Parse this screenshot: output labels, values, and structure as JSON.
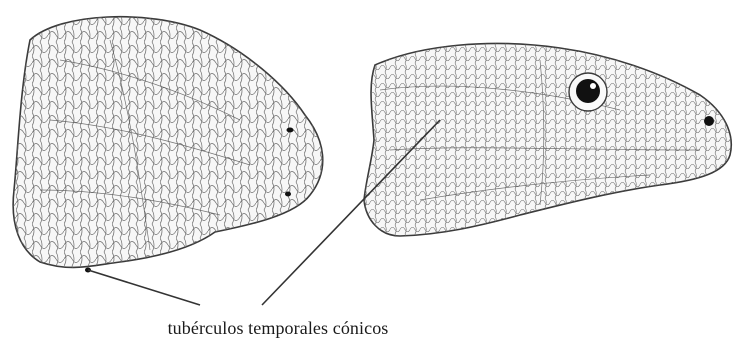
{
  "caption": "tubérculos temporales cónicos",
  "figure": {
    "views": [
      "dorsal-view",
      "lateral-view"
    ],
    "colors": {
      "line": "#3a3a3a",
      "background": "#ffffff",
      "eye": "#111111"
    }
  }
}
